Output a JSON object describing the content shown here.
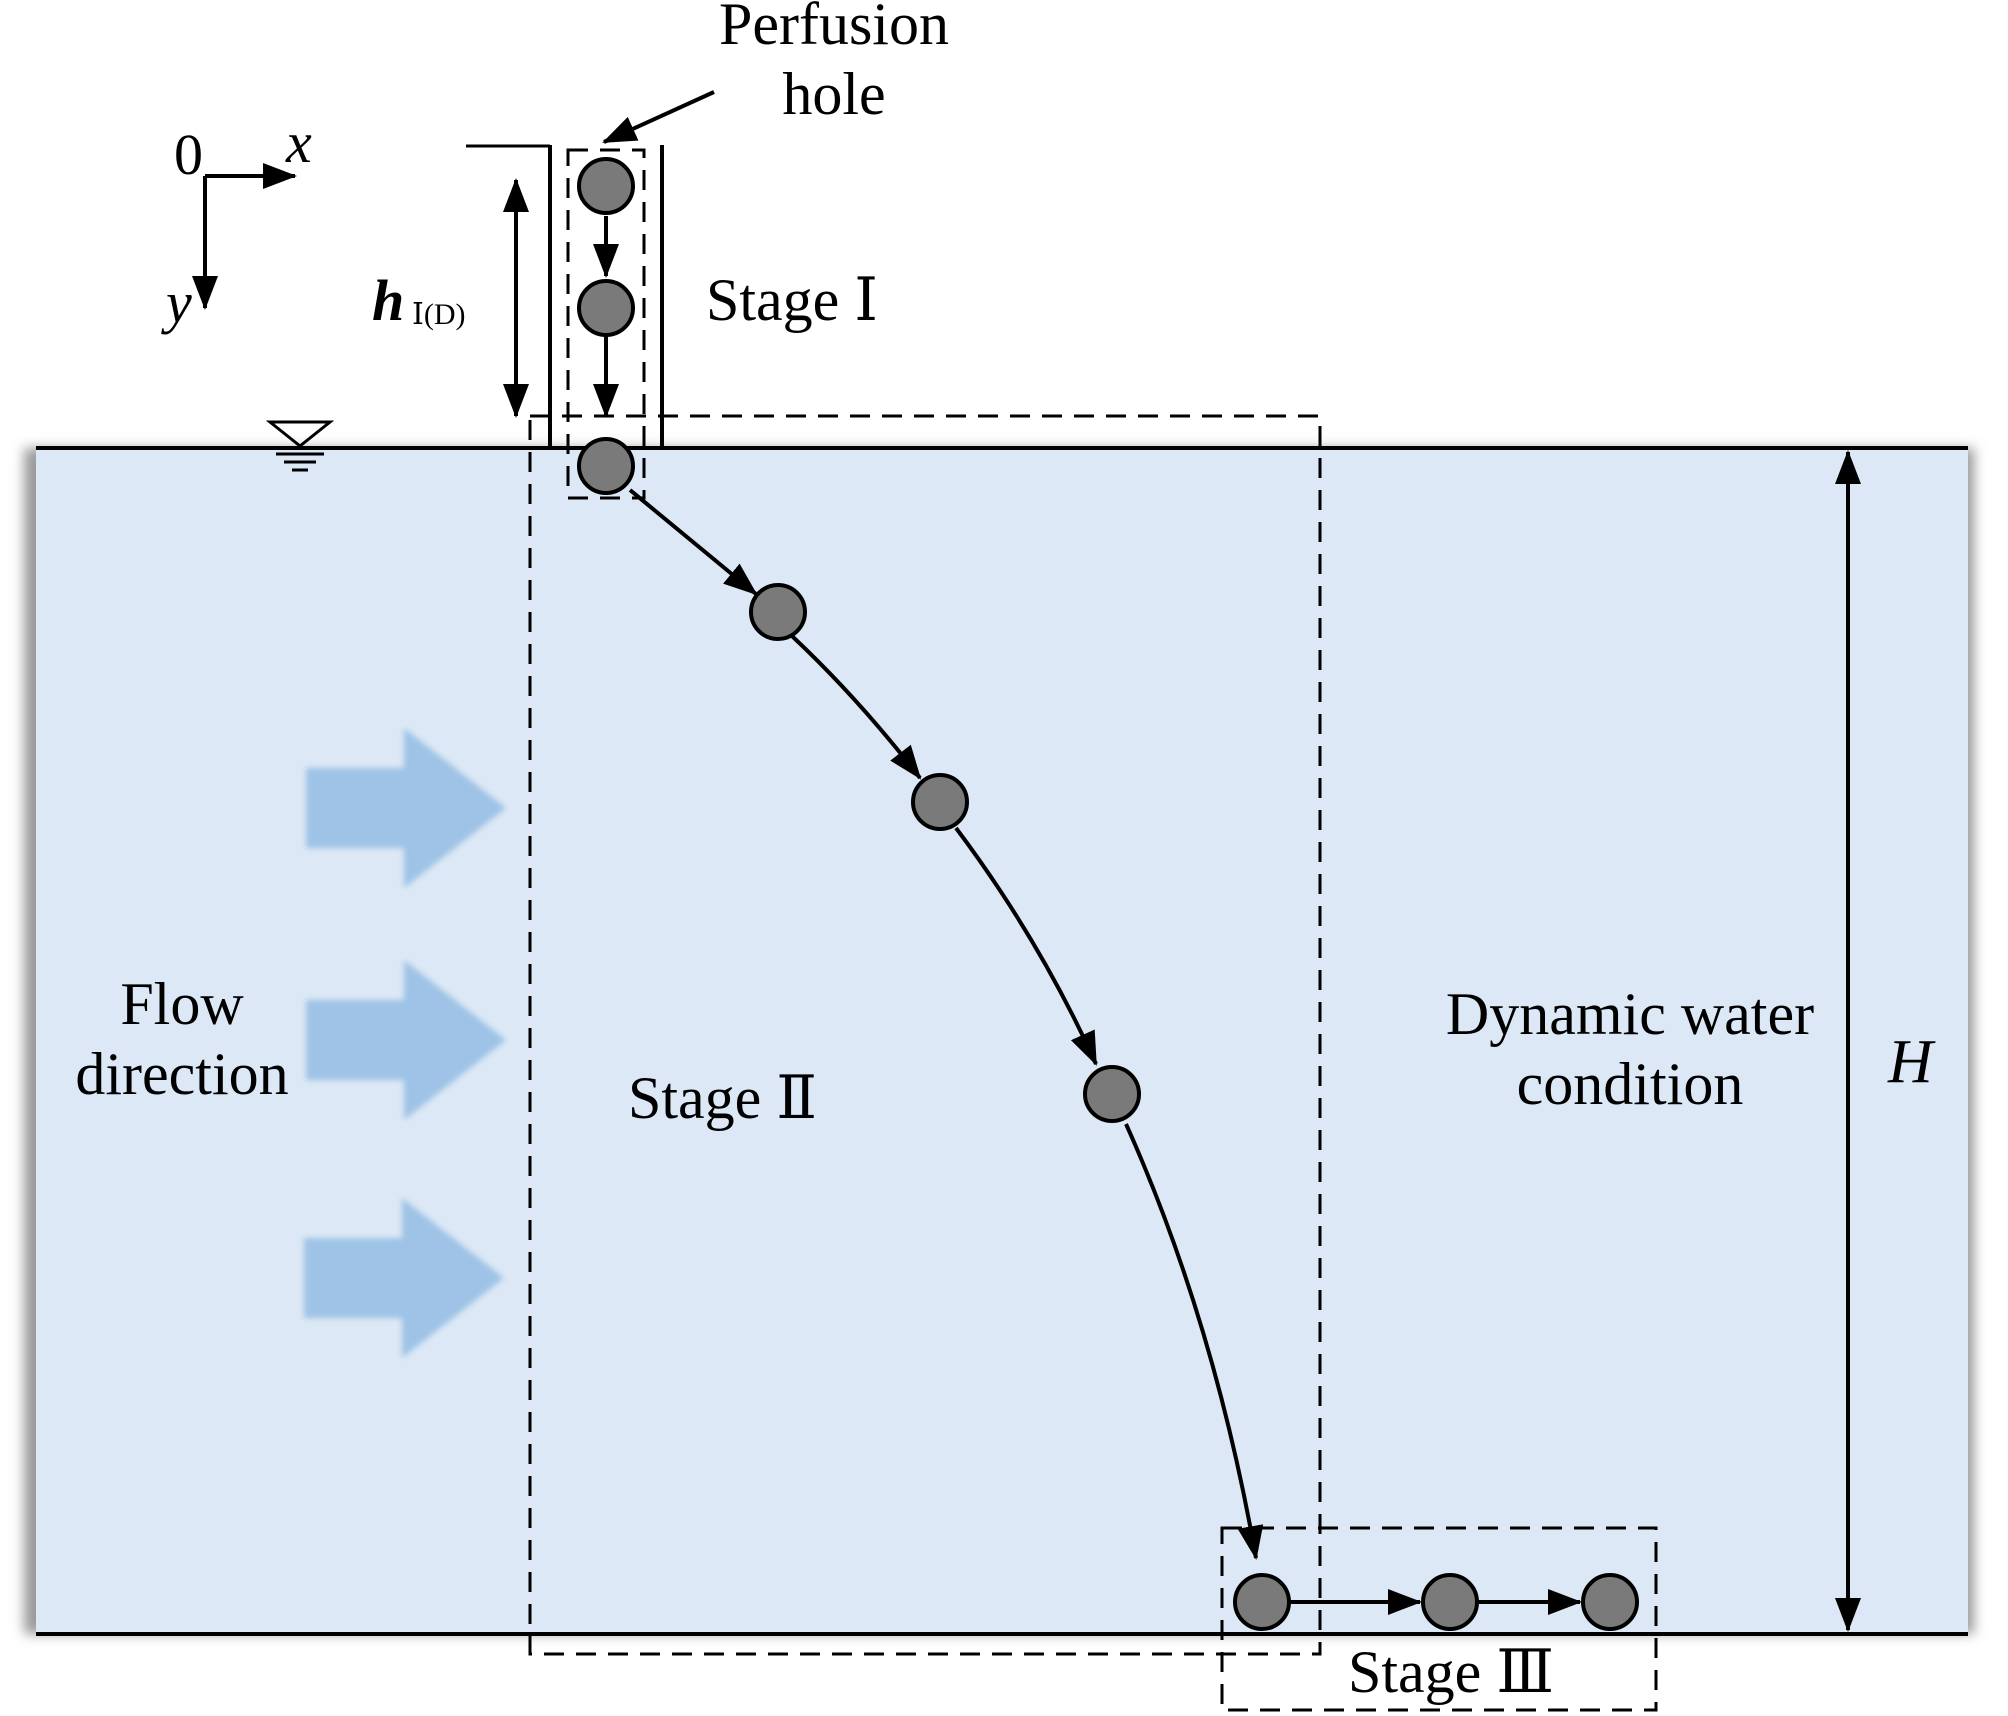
{
  "labels": {
    "perfusion_hole_line1": "Perfusion",
    "perfusion_hole_line2": "hole",
    "axis_origin": "0",
    "axis_x": "x",
    "axis_y": "y",
    "h_symbol": "h",
    "h_subscript": "Ⅰ(D)",
    "stage_1": "Stage Ⅰ",
    "stage_2": "Stage Ⅱ",
    "stage_3": "Stage Ⅲ",
    "flow_direction_line1": "Flow",
    "flow_direction_line2": "direction",
    "dynamic_water_line1": "Dynamic water",
    "dynamic_water_line2": "condition",
    "depth_symbol": "H"
  },
  "colors": {
    "water": "#dce8f5",
    "flow_arrow": "#9ec3e6",
    "particle": "#7a7a7a",
    "stroke": "#000000"
  },
  "icons": {
    "water_surface": "water-level-triangle-icon"
  }
}
